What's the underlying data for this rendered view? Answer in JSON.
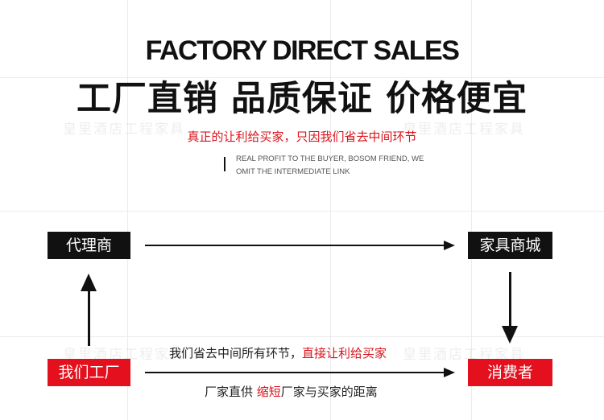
{
  "heading": {
    "english": "FACTORY DIRECT SALES",
    "chinese": "工厂直销 品质保证 价格便宜"
  },
  "subheading": "真正的让利给买家，只因我们省去中间环节",
  "english_description": {
    "line1": "REAL PROFIT TO THE BUYER, BOSOM FRIEND, WE",
    "line2": "OMIT THE INTERMEDIATE LINK"
  },
  "watermark": "皇里酒店工程家具",
  "flow": {
    "agent": "代理商",
    "furniture_mall": "家具商城",
    "our_factory": "我们工厂",
    "consumer": "消费者"
  },
  "notes": {
    "top_plain": "我们省去中间所有环节，",
    "top_red": "直接让利给买家",
    "bottom_plain_1": "厂家直供 ",
    "bottom_red": "缩短",
    "bottom_plain_2": "厂家与买家的距离"
  },
  "colors": {
    "accent_red": "#e4101e",
    "text_red": "#d9131b",
    "dark": "#111111"
  }
}
